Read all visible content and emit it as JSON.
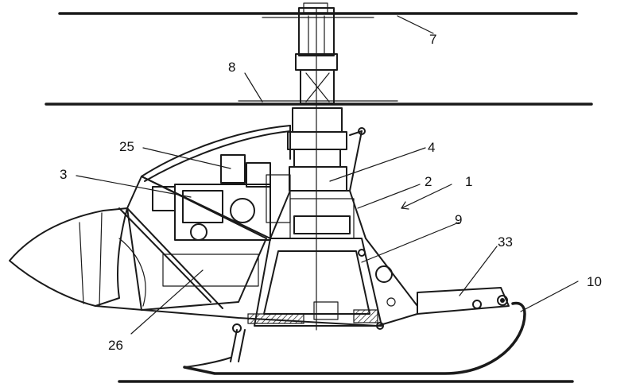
{
  "labels": {
    "l1": "1",
    "l2": "2",
    "l3": "3",
    "l4": "4",
    "l7": "7",
    "l8": "8",
    "l9": "9",
    "l10": "10",
    "l25": "25",
    "l26": "26",
    "l33": "33"
  }
}
